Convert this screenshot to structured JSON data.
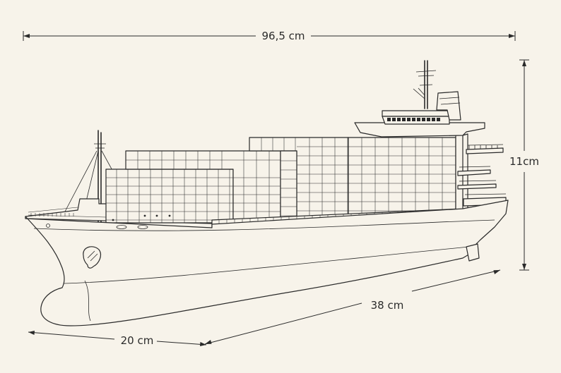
{
  "dimensions": {
    "overall_length": "96,5 cm",
    "height": "11cm",
    "hull_length": "38 cm",
    "bow_length": "20 cm"
  },
  "colors": {
    "background": "#f7f3ea",
    "line": "#2a2a2a"
  }
}
